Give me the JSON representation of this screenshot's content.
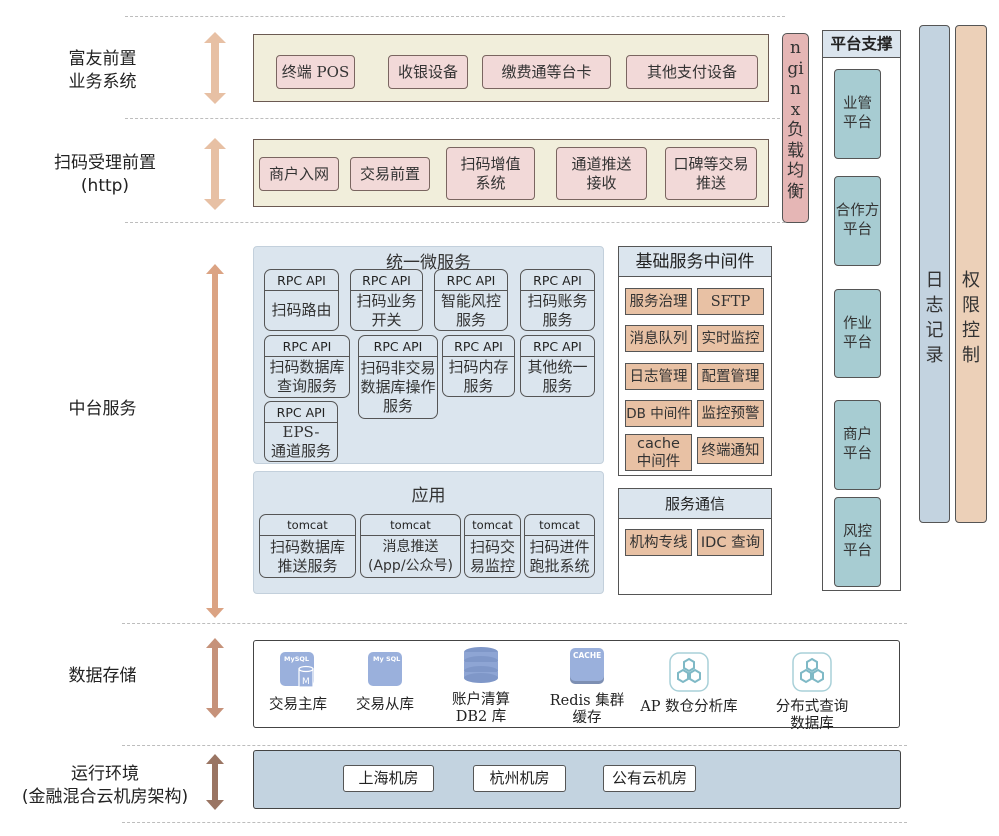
{
  "layers": {
    "front": {
      "label": "富友前置\n业务系统",
      "items": [
        "终端 POS",
        "收银设备",
        "缴费通等台卡",
        "其他支付设备"
      ]
    },
    "scan": {
      "label": "扫码受理前置\n(http)",
      "items": [
        "商户入网",
        "交易前置",
        "扫码增值\n系统",
        "通道推送\n接收",
        "口碑等交易\n推送"
      ]
    },
    "middle": {
      "label": "中台服务"
    },
    "storage": {
      "label": "数据存储"
    },
    "runtime": {
      "label": "运行环境\n(金融混合云机房架构)"
    }
  },
  "nginx": {
    "label": "nginx负载均衡"
  },
  "microservices": {
    "title": "统一微服务",
    "api_label": "RPC API",
    "items": [
      "扫码路由",
      "扫码业务\n开关",
      "智能风控\n服务",
      "扫码账务\n服务",
      "扫码数据库\n查询服务",
      "扫码非交易\n数据库操作\n服务",
      "扫码内存\n服务",
      "其他统一\n服务",
      "EPS-\n通道服务"
    ]
  },
  "apps": {
    "title": "应用",
    "container_label": "tomcat",
    "items": [
      "扫码数据库\n推送服务",
      "消息推送\n(App/公众号)",
      "扫码交\n易监控",
      "扫码进件\n跑批系统"
    ]
  },
  "middleware": {
    "title": "基础服务中间件",
    "items": [
      "服务治理",
      "SFTP",
      "消息队列",
      "实时监控",
      "日志管理",
      "配置管理",
      "DB 中间件",
      "监控预警",
      "cache\n中间件",
      "终端通知"
    ]
  },
  "communication": {
    "title": "服务通信",
    "items": [
      "机构专线",
      "IDC 查询"
    ]
  },
  "platform": {
    "title": "平台支撑",
    "items": [
      "业管\n平台",
      "合作方\n平台",
      "作业\n平台",
      "商户\n平台",
      "风控\n平台"
    ]
  },
  "side_bars": {
    "logging": "日志记录",
    "permission": "权限控制"
  },
  "storage_items": [
    {
      "icon": "mysql-master-icon",
      "icon_text": "MySQL",
      "badge": "M",
      "label": "交易主库"
    },
    {
      "icon": "mysql-slave-icon",
      "icon_text": "My SQL",
      "label": "交易从库"
    },
    {
      "icon": "db2-database-icon",
      "label": "账户清算\nDB2 库"
    },
    {
      "icon": "cache-icon",
      "icon_text": "CACHE",
      "label": "Redis 集群\n缓存"
    },
    {
      "icon": "hexagon-cluster-icon",
      "label": "AP 数仓分析库"
    },
    {
      "icon": "hexagon-cluster-icon",
      "label": "分布式查询\n数据库"
    }
  ],
  "datacenters": [
    "上海机房",
    "杭州机房",
    "公有云机房"
  ],
  "colors": {
    "front_bg": "#f1eedb",
    "pink_box": "#f2d9d8",
    "service_panel": "#dbe5ee",
    "middleware_item": "#e8c1a4",
    "platform_item": "#a7ccd2",
    "log_bar": "#c3d3e0",
    "perm_bar": "#ecd0b8",
    "nginx": "#e5b6b5",
    "runtime_bg": "#c3d3e0"
  }
}
